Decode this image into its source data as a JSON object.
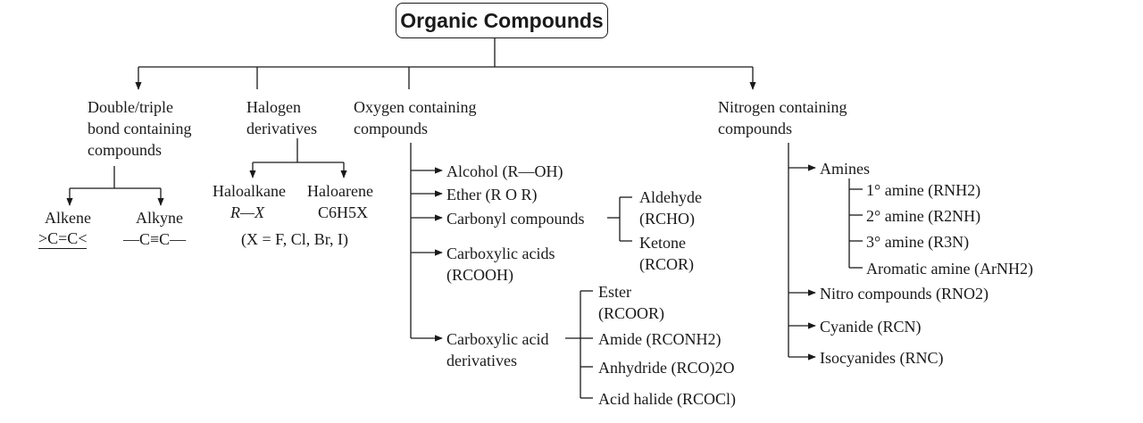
{
  "title": "Organic Compounds",
  "categories": {
    "double_triple": "Double/triple\nbond containing\ncompounds",
    "halogen": "Halogen\nderivatives",
    "oxygen": "Oxygen containing\ncompounds",
    "nitrogen": "Nitrogen containing\ncompounds"
  },
  "double_triple_children": {
    "alkene": "Alkene",
    "alkene_formula": ">C=C<",
    "alkyne": "Alkyne",
    "alkyne_formula": "—C≡C—"
  },
  "halogen_children": {
    "haloalkane": "Haloalkane",
    "haloalkane_formula": "R—X",
    "haloarene": "Haloarene",
    "haloarene_formula": "C6H5X",
    "note": "(X = F, Cl, Br, I)"
  },
  "oxygen_children": {
    "alcohol": "Alcohol (R—OH)",
    "ether": "Ether (R O R)",
    "carbonyl": "Carbonyl compounds",
    "aldehyde": "Aldehyde\n(RCHO)",
    "ketone": "Ketone\n(RCOR)",
    "carboxylic_acids": "Carboxylic acids\n(RCOOH)",
    "carboxylic_acid_derivatives": "Carboxylic acid\nderivatives",
    "ester": "Ester\n(RCOOR)",
    "amide": "Amide (RCONH2)",
    "anhydride": "Anhydride (RCO)2O",
    "acid_halide": "Acid halide (RCOCl)"
  },
  "nitrogen_children": {
    "amines": "Amines",
    "primary_amine": "1° amine (RNH2)",
    "secondary_amine": "2° amine (R2NH)",
    "tertiary_amine": "3° amine (R3N)",
    "aromatic_amine": "Aromatic amine (ArNH2)",
    "nitro": "Nitro compounds (RNO2)",
    "cyanide": "Cyanide (RCN)",
    "isocyanides": "Isocyanides (RNC)"
  }
}
